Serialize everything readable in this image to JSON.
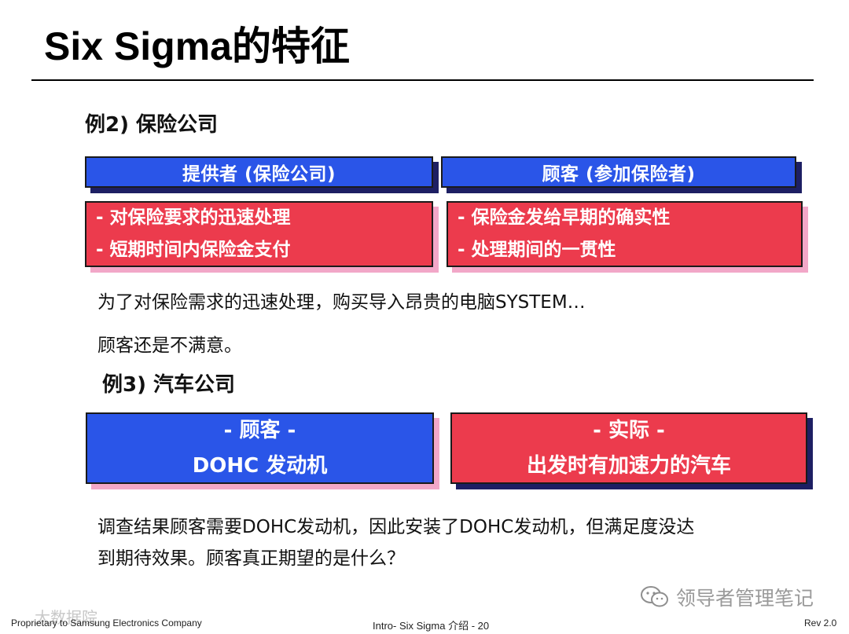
{
  "title": "Six Sigma的特征",
  "example2": {
    "heading": "例2) 保险公司",
    "provider_header": "提供者 (保险公司)",
    "customer_header": "顾客 (参加保险者)",
    "provider_items": [
      "- 对保险要求的迅速处理",
      "- 短期时间内保险金支付"
    ],
    "customer_items": [
      "- 保险金发给早期的确实性",
      "- 处理期间的一贯性"
    ],
    "note1": "为了对保险需求的迅速处理，购买导入昂贵的电脑SYSTEM…",
    "note2": "顾客还是不满意。"
  },
  "example3": {
    "heading": "例3) 汽车公司",
    "customer_title": "-  顾客  -",
    "customer_value": "DOHC 发动机",
    "actual_title": "-  实际  -",
    "actual_value": "出发时有加速力的汽车",
    "conclusion_line1": "调查结果顾客需要DOHC发动机，因此安装了DOHC发动机，但满足度没达",
    "conclusion_line2": "到期待效果。顾客真正期望的是什么？"
  },
  "footer": {
    "left": "Proprietary to Samsung Electronics Company",
    "center": "Intro- Six Sigma 介绍 - 20",
    "right": "Rev 2.0"
  },
  "watermarks": {
    "right": "领导者管理笔记",
    "left": "大数据院"
  },
  "colors": {
    "blue_box": "#2a55e8",
    "red_box": "#ec3b4d",
    "navy_shadow": "#1d1f63",
    "pink_shadow": "#f2a7c8"
  },
  "icons": [
    "wechat-icon"
  ]
}
